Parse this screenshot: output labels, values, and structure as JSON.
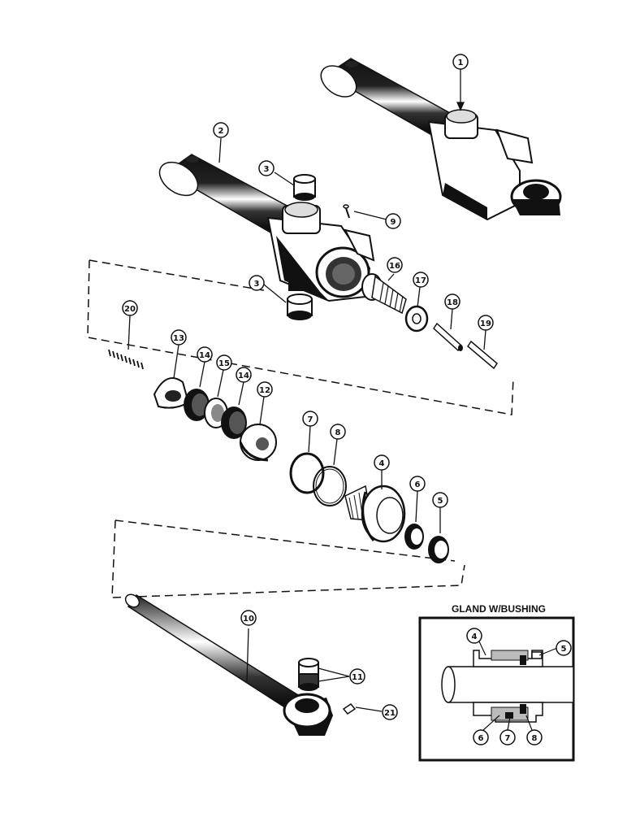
{
  "inset": {
    "title": "GLAND W/BUSHING",
    "callouts": [
      "4",
      "5",
      "6",
      "7",
      "8"
    ]
  },
  "callouts": {
    "c1": "1",
    "c2": "2",
    "c3a": "3",
    "c3b": "3",
    "c4": "4",
    "c5": "5",
    "c6": "6",
    "c7": "7",
    "c8": "8",
    "c9": "9",
    "c10": "10",
    "c11": "11",
    "c12": "12",
    "c13": "13",
    "c14a": "14",
    "c14b": "14",
    "c15": "15",
    "c16": "16",
    "c17": "17",
    "c18": "18",
    "c19": "19",
    "c20": "20",
    "c21": "21"
  },
  "colors": {
    "ink": "#111111",
    "paper": "#ffffff",
    "shade": "#555555"
  }
}
